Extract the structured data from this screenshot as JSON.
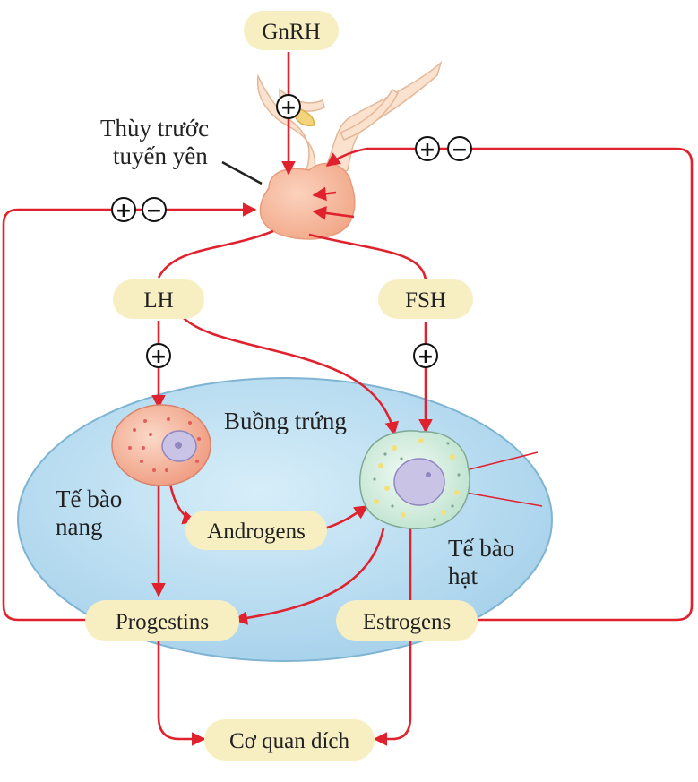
{
  "hormones": {
    "gnrh": "GnRH",
    "lh": "LH",
    "fsh": "FSH",
    "androgens": "Androgens",
    "progestins": "Progestins",
    "estrogens": "Estrogens"
  },
  "labels": {
    "pituitary_line1": "Thùy trước",
    "pituitary_line2": "tuyến yên",
    "ovary": "Buồng trứng",
    "theca_line1": "Tế bào",
    "theca_line2": "nang",
    "granulosa_line1": "Tế bào",
    "granulosa_line2": "hạt",
    "target": "Cơ quan đích"
  },
  "signs": {
    "plus": "+",
    "minus": "−"
  },
  "colors": {
    "arrow": "#e0222f",
    "pill_fill": "#f7efc2",
    "ovary_fill": "#bfe0f2",
    "ovary_stroke": "#7fb4d2",
    "pituitary_fill": "#f6bfa4",
    "stalk_fill": "#fae2cf",
    "theca_cell": "#f0a48a",
    "granulosa_cell": "#d6eee0",
    "nucleus": "#c9c3e6"
  }
}
